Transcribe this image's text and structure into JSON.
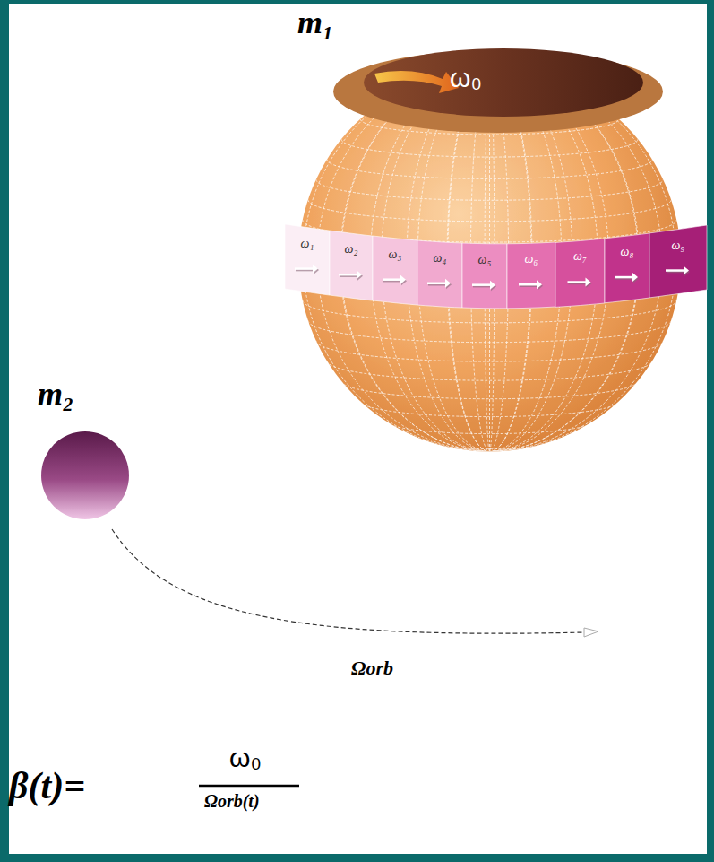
{
  "diagram": {
    "nodes": [
      {
        "text": [
          "m₁"
        ]
      },
      {
        "text": [
          "ω₀"
        ],
        "in": 0
      },
      {
        "text": [
          "ω₁"
        ],
        "in": 0
      },
      {
        "text": [
          "ω₂"
        ],
        "in": 0
      },
      {
        "text": [
          "ω₃"
        ],
        "in": 0
      },
      {
        "text": [
          "ω₄"
        ],
        "in": 0
      },
      {
        "text": [
          "ω₅"
        ],
        "in": 0
      },
      {
        "text": [
          "ω₆"
        ],
        "in": 0
      },
      {
        "text": [
          "ω₇"
        ],
        "in": 0
      },
      {
        "text": [
          "ω₈"
        ],
        "in": 0
      },
      {
        "text": [
          "ω₉"
        ],
        "in": 0
      },
      {
        "text": [
          "m₂"
        ]
      }
    ],
    "labels": [
      "Ωorb",
      "β(t)=",
      "ω₀",
      "Ωorb(t)"
    ]
  }
}
